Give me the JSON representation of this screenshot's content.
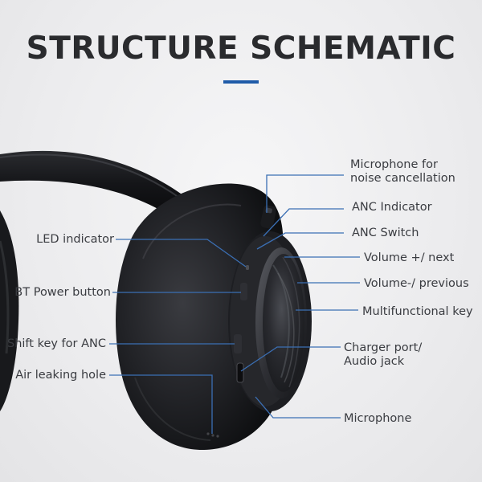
{
  "title": "STRUCTURE SCHEMATIC",
  "colors": {
    "accent": "#1f5ba8",
    "leader_line": "#3b6fb4",
    "title_text": "#2a2b2e",
    "label_text": "#3a3c41",
    "headphone_body": "#1b1c1f"
  },
  "labels_right": [
    {
      "id": "mic-noise",
      "lines": [
        "Microphone for",
        "noise cancellation"
      ]
    },
    {
      "id": "anc-indicator",
      "lines": [
        "ANC Indicator"
      ]
    },
    {
      "id": "anc-switch",
      "lines": [
        "ANC Switch"
      ]
    },
    {
      "id": "volume-up",
      "lines": [
        "Volume +/ next"
      ]
    },
    {
      "id": "volume-down",
      "lines": [
        "Volume-/ previous"
      ]
    },
    {
      "id": "multi-key",
      "lines": [
        "Multifunctional key"
      ]
    },
    {
      "id": "charger-port",
      "lines": [
        "Charger port/",
        "Audio jack"
      ]
    },
    {
      "id": "microphone",
      "lines": [
        "Microphone"
      ]
    }
  ],
  "labels_left": [
    {
      "id": "led-indicator",
      "lines": [
        "LED indicator"
      ]
    },
    {
      "id": "bt-power",
      "lines": [
        "BT Power button"
      ]
    },
    {
      "id": "shift-anc",
      "lines": [
        "Shift key for ANC"
      ]
    },
    {
      "id": "air-hole",
      "lines": [
        "Air leaking hole"
      ]
    }
  ]
}
